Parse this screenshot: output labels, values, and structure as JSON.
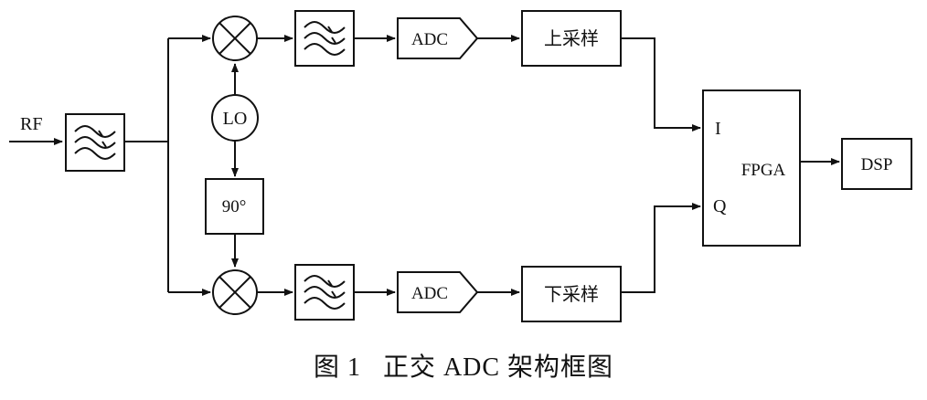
{
  "input_label": "RF",
  "lo_label": "LO",
  "phase_shift_label": "90°",
  "adc_label": "ADC",
  "upper_sample_label": "上采样",
  "lower_sample_label": "下采样",
  "fpga": {
    "label": "FPGA",
    "port_i": "I",
    "port_q": "Q"
  },
  "dsp_label": "DSP",
  "caption": "图 1   正交 ADC 架构框图"
}
